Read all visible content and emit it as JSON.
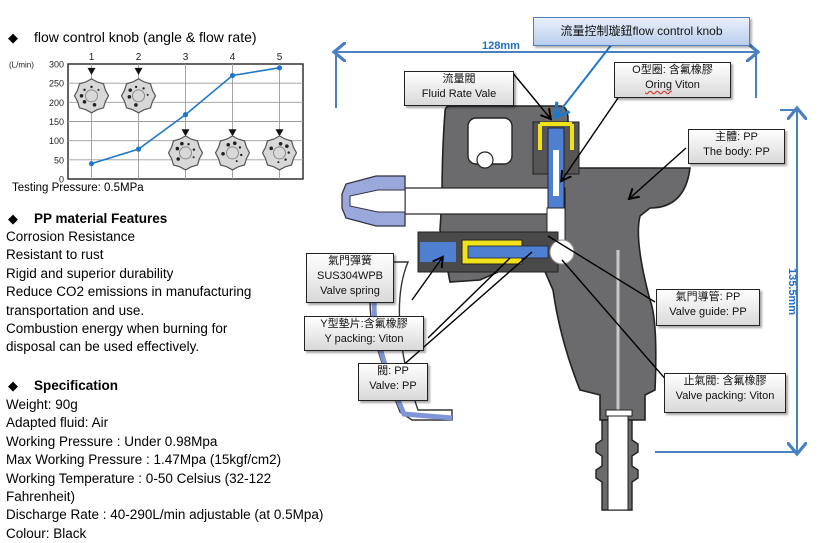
{
  "knob_section": {
    "heading": "flow control knob (angle & flow rate)",
    "bullet_icon": "diamond-bullet"
  },
  "chart_data": {
    "type": "line",
    "title": "flow control knob (angle & flow rate)",
    "ylabel": "(L/min)",
    "xlabel": "",
    "categories": [
      "1",
      "2",
      "3",
      "4",
      "5"
    ],
    "values": [
      40,
      78,
      168,
      270,
      290
    ],
    "ylim": [
      0,
      300
    ],
    "yticks": [
      "0",
      "50",
      "100",
      "150",
      "200",
      "250",
      "300"
    ],
    "grid": true,
    "line_color": "#1f78c8",
    "knob_positions": [
      "top",
      "top",
      "bottom",
      "bottom",
      "bottom"
    ],
    "footnote": "Testing Pressure: 0.5MPa"
  },
  "features": {
    "heading": "PP material Features",
    "lines": [
      "Corrosion Resistance",
      "Resistant to rust",
      "Rigid and superior durability",
      "Reduce CO2 emissions in manufacturing",
      "transportation and use.",
      "Combustion energy when burning for",
      "disposal can be used effectively."
    ]
  },
  "spec": {
    "heading": "Specification",
    "lines": [
      "Weight: 90g",
      "Adapted fluid: Air",
      "Working Pressure : Under 0.98Mpa",
      "Max Working Pressure : 1.47Mpa (15kgf/cm2)",
      "Working Temperature : 0-50 Celsius (32-122",
      "Fahrenheit)",
      "Discharge Rate : 40-290L/min adjustable (at 0.5Mpa)",
      "Colour: Black"
    ]
  },
  "diagram": {
    "width_dim": "128mm",
    "height_dim": "135.5mm",
    "colors": {
      "body": "#6b6b6d",
      "accent_blue": "#4f7fd0",
      "seal_yellow": "#f2e21a",
      "dim_line": "#4a7fc1"
    },
    "callouts": {
      "flow_knob": "流量控制璇鈕flow control knob",
      "fluid_rate_zh": "流量閥",
      "fluid_rate_en": "Fluid Rate Vale",
      "oring_zh": "O型圈: 含氟橡膠",
      "oring_en_a": "Oring",
      "oring_en_b": " Viton",
      "body_zh": "主體: PP",
      "body_en": "The body: PP",
      "spring_zh": "氣門彈簧",
      "spring_mid": "SUS304WPB",
      "spring_en": "Valve spring",
      "ypack_zh": "Y型墊片:含氟橡膠",
      "ypack_en": "Y packing: Viton",
      "valve_zh": "閥: PP",
      "valve_en": "Valve: PP",
      "guide_zh": "氣門導管: PP",
      "guide_en": "Valve guide: PP",
      "vpack_zh": "止氣閥: 含氟橡膠",
      "vpack_en": "Valve packing: Viton"
    }
  }
}
